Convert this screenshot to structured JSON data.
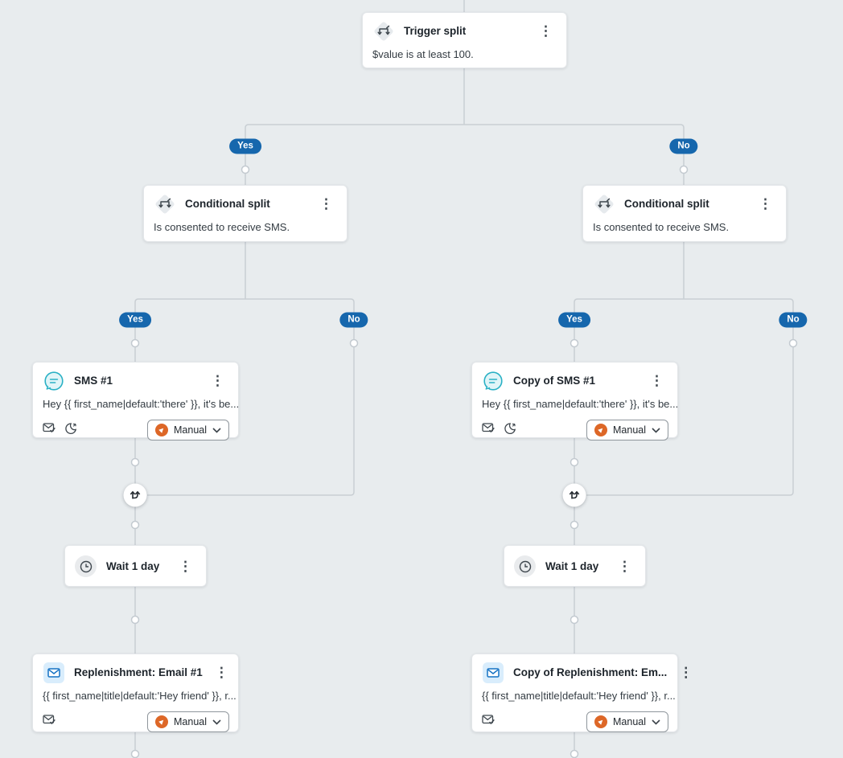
{
  "icons": {
    "kebab": "⋮"
  },
  "badges": {
    "yes": "Yes",
    "no": "No"
  },
  "colors": {
    "background": "#e8ecee",
    "connector": "#c9cfd4",
    "badge_blue": "#1667ad",
    "manual_orange": "#dd6727",
    "sms_teal": "#2ab1c5",
    "email_blue": "#1673c4"
  },
  "nodes": {
    "trigger_split": {
      "title": "Trigger split",
      "body": "$value is at least 100."
    },
    "conditional_left": {
      "title": "Conditional split",
      "body": "Is consented to receive SMS."
    },
    "conditional_right": {
      "title": "Conditional split",
      "body": "Is consented to receive SMS."
    },
    "sms_left": {
      "title": "SMS #1",
      "body": "Hey {{ first_name|default:'there' }}, it's be...",
      "status": "Manual"
    },
    "sms_right": {
      "title": "Copy of SMS #1",
      "body": "Hey {{ first_name|default:'there' }}, it's be...",
      "status": "Manual"
    },
    "wait_left": {
      "title": "Wait 1 day"
    },
    "wait_right": {
      "title": "Wait 1 day"
    },
    "email_left": {
      "title": "Replenishment: Email #1",
      "body": "{{ first_name|title|default:'Hey friend' }}, r...",
      "status": "Manual"
    },
    "email_right": {
      "title": "Copy of Replenishment: Em...",
      "body": "{{ first_name|title|default:'Hey friend' }}, r...",
      "status": "Manual"
    }
  }
}
